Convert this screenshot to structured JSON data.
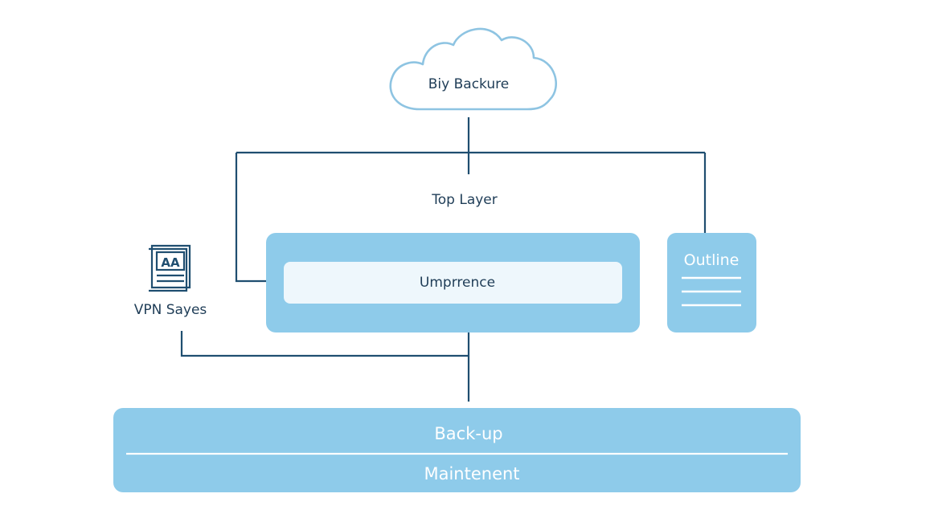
{
  "cloud": {
    "label": "Biy Backure"
  },
  "top_layer": {
    "label": "Top Layer"
  },
  "main_panel": {
    "inner_label": "Umprrence"
  },
  "outline_card": {
    "title": "Outline"
  },
  "vpn": {
    "icon_text": "AA",
    "label": "VPN Sayes"
  },
  "base": {
    "top_label": "Back-up",
    "bottom_label": "Maintenent"
  },
  "colors": {
    "line": "#1f4e70",
    "panel_fill": "#8ecbea",
    "inner_fill": "#eef7fc",
    "cloud_stroke": "#8ec4e2",
    "text_dark": "#1f3d57",
    "text_light": "#ffffff"
  }
}
